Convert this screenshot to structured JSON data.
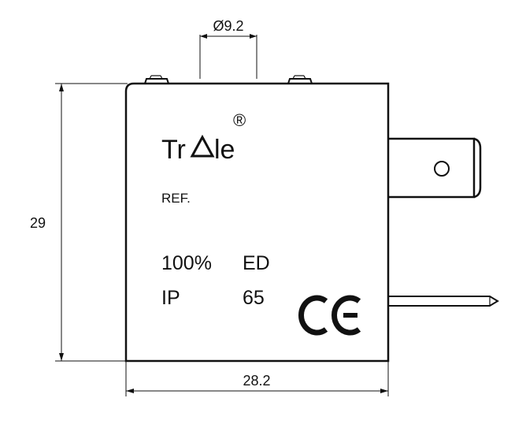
{
  "dimensions": {
    "top_diameter": "Ø9.2",
    "height": "29",
    "width": "28.2"
  },
  "label": {
    "brand_left": "Tr",
    "brand_right": "le",
    "registered": "®",
    "ref": "REF.",
    "duty_value": "100%",
    "duty_unit": "ED",
    "ip_label": "IP",
    "ip_value": "65"
  },
  "ce_mark": "CE"
}
